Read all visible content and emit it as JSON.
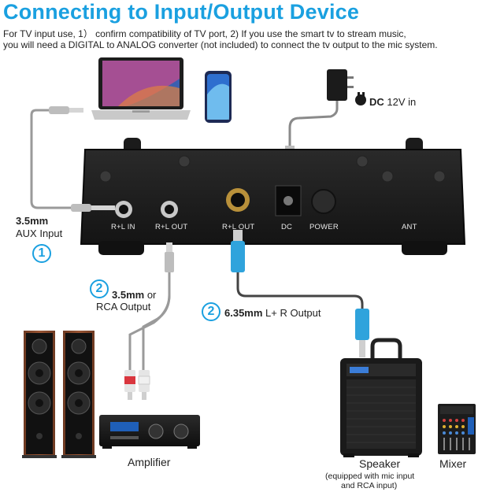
{
  "header": {
    "title": "Connecting to Input/Output Device",
    "subtitle_line1": "For TV input use, 1） confirm compatibility of TV port, 2) If you use the smart tv to stream music,",
    "subtitle_line2": "you will need a DIGITAL to ANALOG converter (not included) to connect the tv output to the mic system."
  },
  "power": {
    "dc_label": "DC",
    "dc_value": "12V in"
  },
  "ports": {
    "rl_in": "R+L IN",
    "rl_out_1": "R+L OUT",
    "rl_out_2": "R+L OUT",
    "dc": "DC",
    "power": "POWER",
    "ant": "ANT"
  },
  "connections": {
    "aux": {
      "badge": "1",
      "spec": "3.5mm",
      "name": "AUX Input"
    },
    "rca": {
      "badge": "2",
      "spec": "3.5mm",
      "or": "or",
      "name": "RCA Output"
    },
    "jack": {
      "badge": "2",
      "spec": "6.35mm",
      "name": "L+ R Output"
    }
  },
  "devices": {
    "amplifier": "Amplifier",
    "speaker": "Speaker",
    "speaker_note_1": "(equipped with mic input",
    "speaker_note_2": "and RCA input)",
    "mixer": "Mixer"
  },
  "colors": {
    "accent": "#1aa0e0",
    "device_body": "#1c1c1c",
    "cable_grey": "#8a8a8a",
    "cable_blue": "#2fa3dc",
    "wood": "#8b4a2b"
  }
}
